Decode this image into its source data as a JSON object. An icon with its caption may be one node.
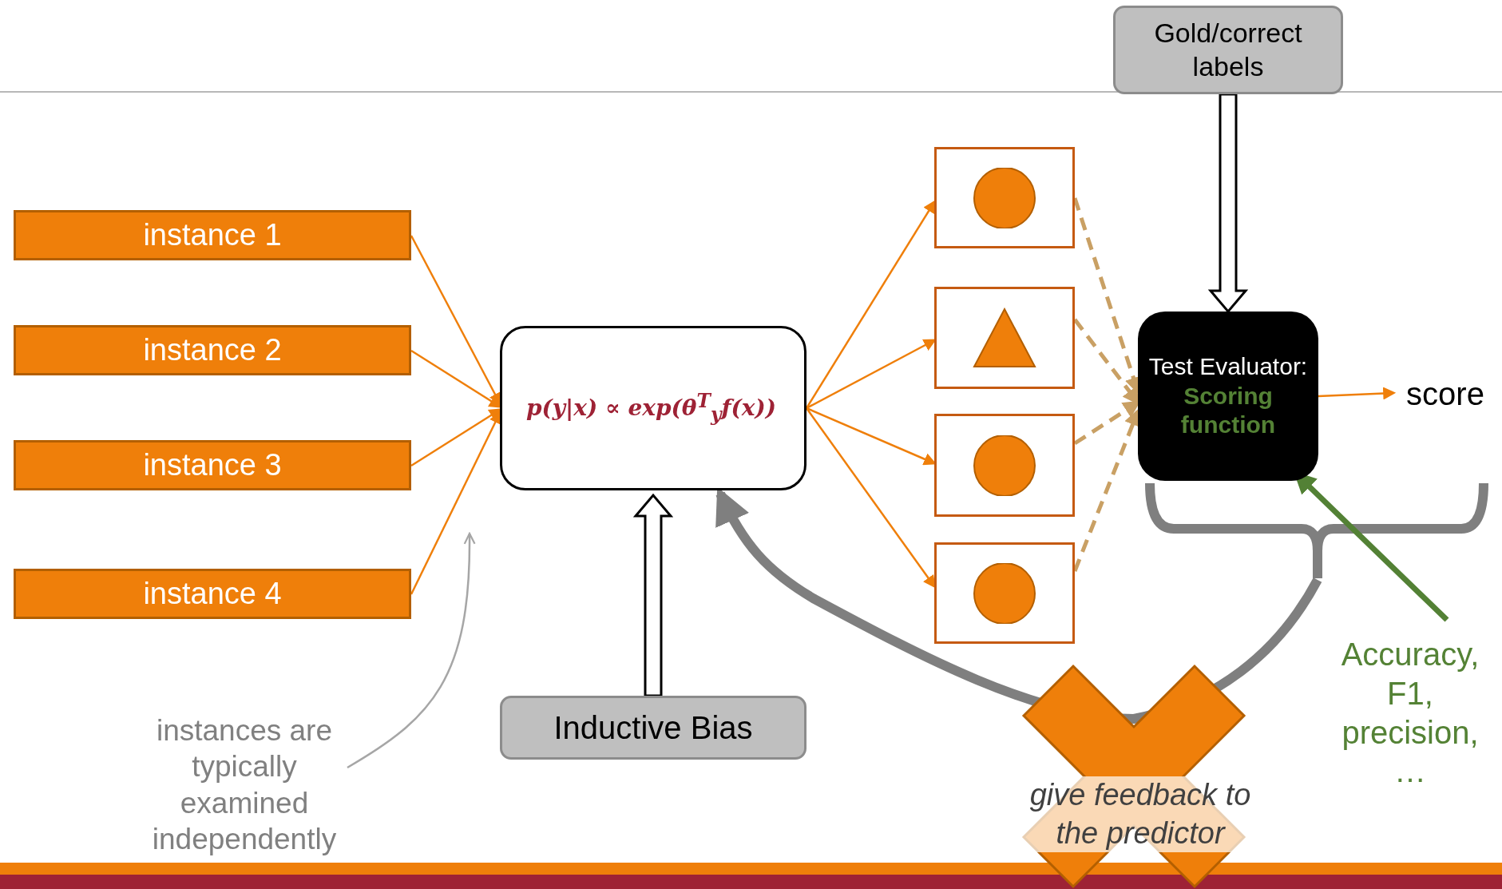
{
  "diagram": {
    "nodes": [
      {
        "text": [
          "Gold/correct labels"
        ]
      },
      {
        "text": [
          "instance 1"
        ]
      },
      {
        "text": [
          "instance 2"
        ]
      },
      {
        "text": [
          "instance 3"
        ]
      },
      {
        "text": [
          "instance 4"
        ]
      },
      {
        "text": [
          "p(y|x) ∝ exp(θ$^{T}$$_{y}$f(x))"
        ]
      },
      {
        "text": [],
        "shape": "box"
      },
      {
        "text": [],
        "shape": "box"
      },
      {
        "text": [],
        "shape": "box"
      },
      {
        "text": [],
        "shape": "box"
      },
      {
        "text": [
          "Test Evaluator:",
          "Scoring function"
        ]
      },
      {
        "text": [
          "score"
        ]
      },
      {
        "text": [
          "Inductive Bias"
        ]
      },
      {
        "text": [
          "Accuracy, F1, precision, …"
        ]
      },
      {
        "text": [
          "instances are typically examined independently"
        ]
      }
    ],
    "edges": [
      {
        "from": 1,
        "to": 5,
        "arrow": "to"
      },
      {
        "from": 2,
        "to": 5,
        "arrow": "to"
      },
      {
        "from": 3,
        "to": 5,
        "arrow": "to"
      },
      {
        "from": 4,
        "to": 5,
        "arrow": "to"
      },
      {
        "from": 5,
        "to": 6,
        "arrow": "to"
      },
      {
        "from": 5,
        "to": 7,
        "arrow": "to"
      },
      {
        "from": 5,
        "to": 8,
        "arrow": "to"
      },
      {
        "from": 5,
        "to": 9,
        "arrow": "to"
      },
      {
        "from": 6,
        "to": 10,
        "arrow": "to",
        "style": "dashed",
        "color": "#c9a064"
      },
      {
        "from": 7,
        "to": 10,
        "arrow": "to",
        "style": "dashed",
        "color": "#c9a064"
      },
      {
        "from": 8,
        "to": 10,
        "arrow": "to",
        "style": "dashed",
        "color": "#c9a064"
      },
      {
        "from": 9,
        "to": 10,
        "arrow": "to",
        "style": "dashed",
        "color": "#c9a064"
      },
      {
        "from": 0,
        "to": 10,
        "arrow": "to",
        "style": "thick",
        "color": "#000000"
      },
      {
        "from": 12,
        "to": 5,
        "arrow": "to",
        "style": "thick",
        "color": "#000000"
      },
      {
        "from": 10,
        "to": 11,
        "arrow": "to"
      },
      {
        "from": 13,
        "to": 10,
        "arrow": "to",
        "style": "thick",
        "color": "#538135"
      },
      {
        "from": 10,
        "to": 5,
        "arrow": "to",
        "label": "give feedback to the predictor",
        "style": "thick",
        "color": "#7f7f7f"
      },
      {
        "from": 14,
        "to": null,
        "arrow": "to",
        "color": "#a6a6a6"
      }
    ]
  }
}
